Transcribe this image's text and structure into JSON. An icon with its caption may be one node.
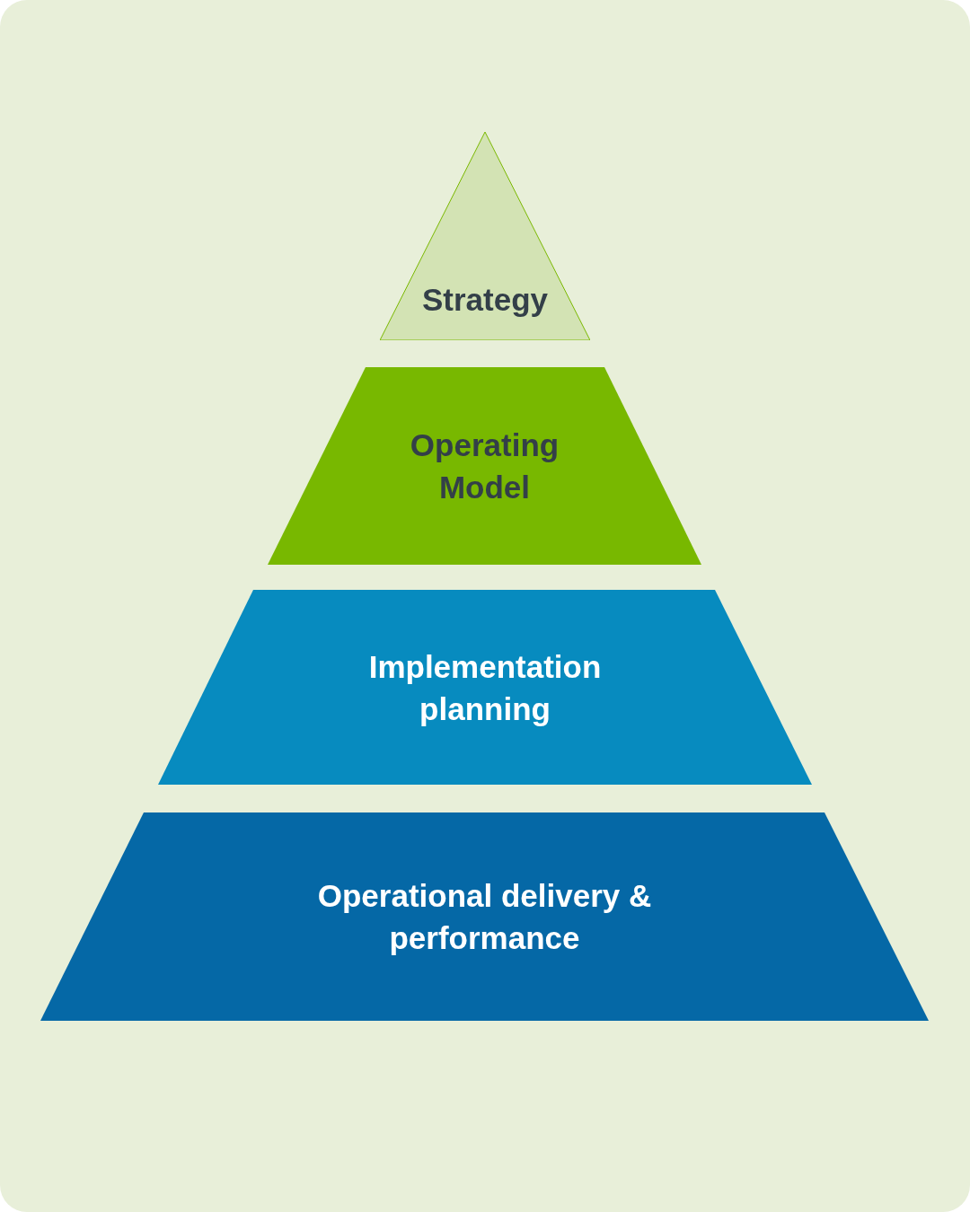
{
  "diagram": {
    "nodes": [
      {
        "text": [
          "Strategy"
        ]
      },
      {
        "text": [
          "Operating Model"
        ]
      },
      {
        "text": [
          "Implementation planning"
        ]
      },
      {
        "text": [
          "Operational delivery & performance"
        ]
      }
    ]
  }
}
